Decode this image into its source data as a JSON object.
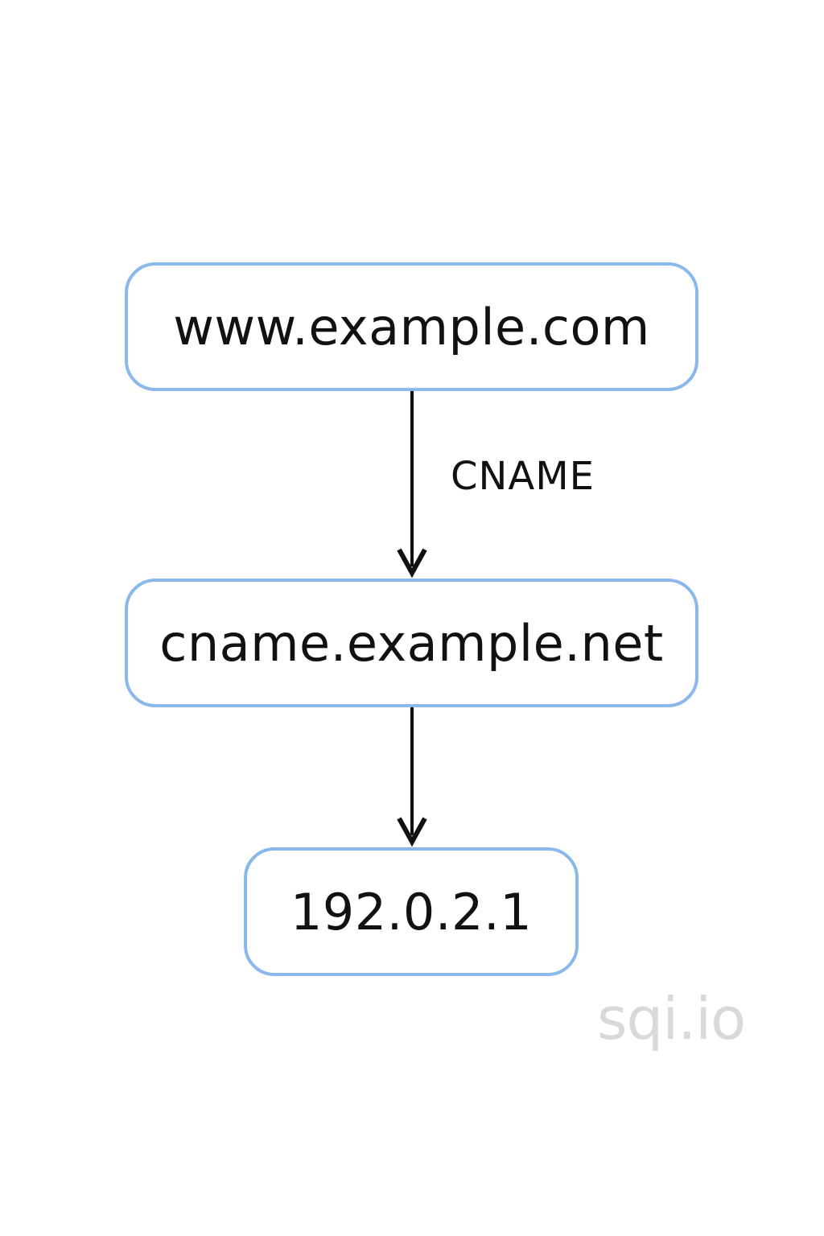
{
  "diagram": {
    "nodes": [
      {
        "id": "node-1",
        "label": "www.example.com"
      },
      {
        "id": "node-2",
        "label": "cname.example.net"
      },
      {
        "id": "node-3",
        "label": "192.0.2.1"
      }
    ],
    "edges": [
      {
        "from": "node-1",
        "to": "node-2",
        "label": "CNAME"
      },
      {
        "from": "node-2",
        "to": "node-3",
        "label": ""
      }
    ]
  },
  "watermark": "sqi.io",
  "colors": {
    "node_border": "#8ab8ea",
    "text": "#111111",
    "watermark": "#d9d9d9",
    "background": "#ffffff"
  }
}
